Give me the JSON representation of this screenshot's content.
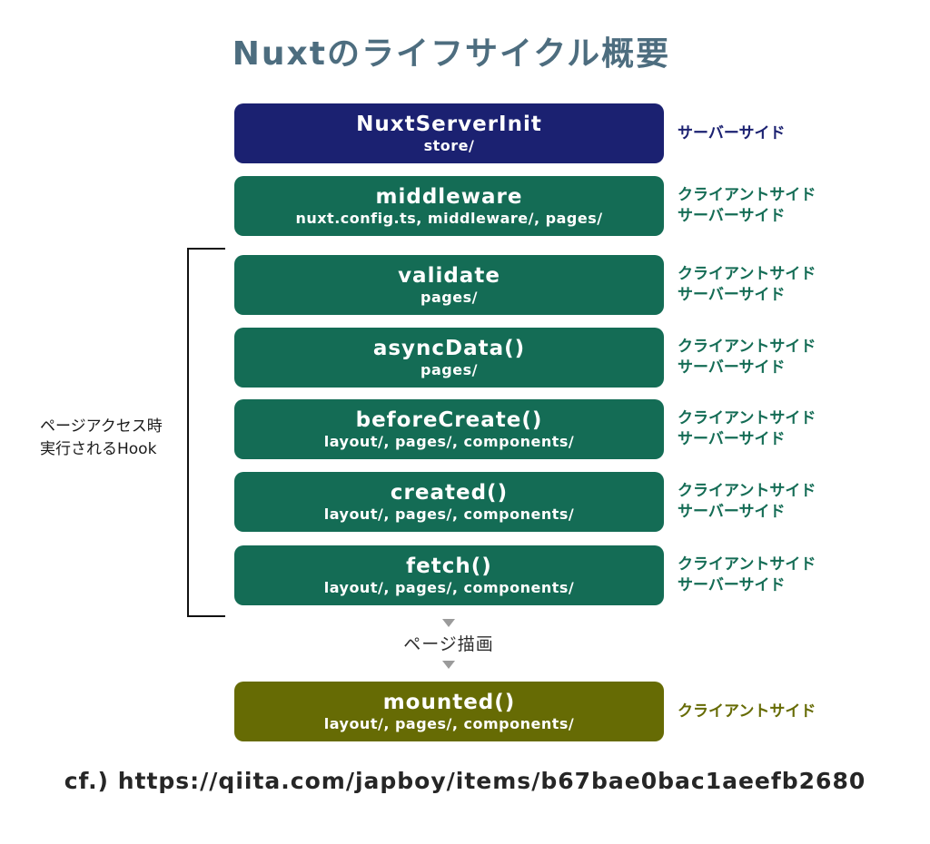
{
  "title": "Nuxtのライフサイクル概要",
  "colors": {
    "navy": "#1b2171",
    "green": "#146c55",
    "olive": "#666b04",
    "title": "#4d6d7f"
  },
  "bracket_label": {
    "line1": "ページアクセス時",
    "line2": "実行されるHook"
  },
  "flow_label": "ページ描画",
  "footer": "cf.) https://qiita.com/japboy/items/b67bae0bac1aeefb2680",
  "side_label_text": {
    "server": "サーバーサイド",
    "client": "クライアントサイド"
  },
  "boxes": [
    {
      "title": "NuxtServerInit",
      "subtitle": "store/",
      "color": "navy",
      "side_labels": [
        "サーバーサイド"
      ]
    },
    {
      "title": "middleware",
      "subtitle": "nuxt.config.ts, middleware/, pages/",
      "color": "green",
      "side_labels": [
        "クライアントサイド",
        "サーバーサイド"
      ]
    },
    {
      "title": "validate",
      "subtitle": "pages/",
      "color": "green",
      "side_labels": [
        "クライアントサイド",
        "サーバーサイド"
      ]
    },
    {
      "title": "asyncData()",
      "subtitle": "pages/",
      "color": "green",
      "side_labels": [
        "クライアントサイド",
        "サーバーサイド"
      ]
    },
    {
      "title": "beforeCreate()",
      "subtitle": "layout/, pages/, components/",
      "color": "green",
      "side_labels": [
        "クライアントサイド",
        "サーバーサイド"
      ]
    },
    {
      "title": "created()",
      "subtitle": "layout/, pages/, components/",
      "color": "green",
      "side_labels": [
        "クライアントサイド",
        "サーバーサイド"
      ]
    },
    {
      "title": "fetch()",
      "subtitle": "layout/, pages/, components/",
      "color": "green",
      "side_labels": [
        "クライアントサイド",
        "サーバーサイド"
      ]
    },
    {
      "title": "mounted()",
      "subtitle": "layout/, pages/, components/",
      "color": "olive",
      "side_labels": [
        "クライアントサイド"
      ]
    }
  ]
}
